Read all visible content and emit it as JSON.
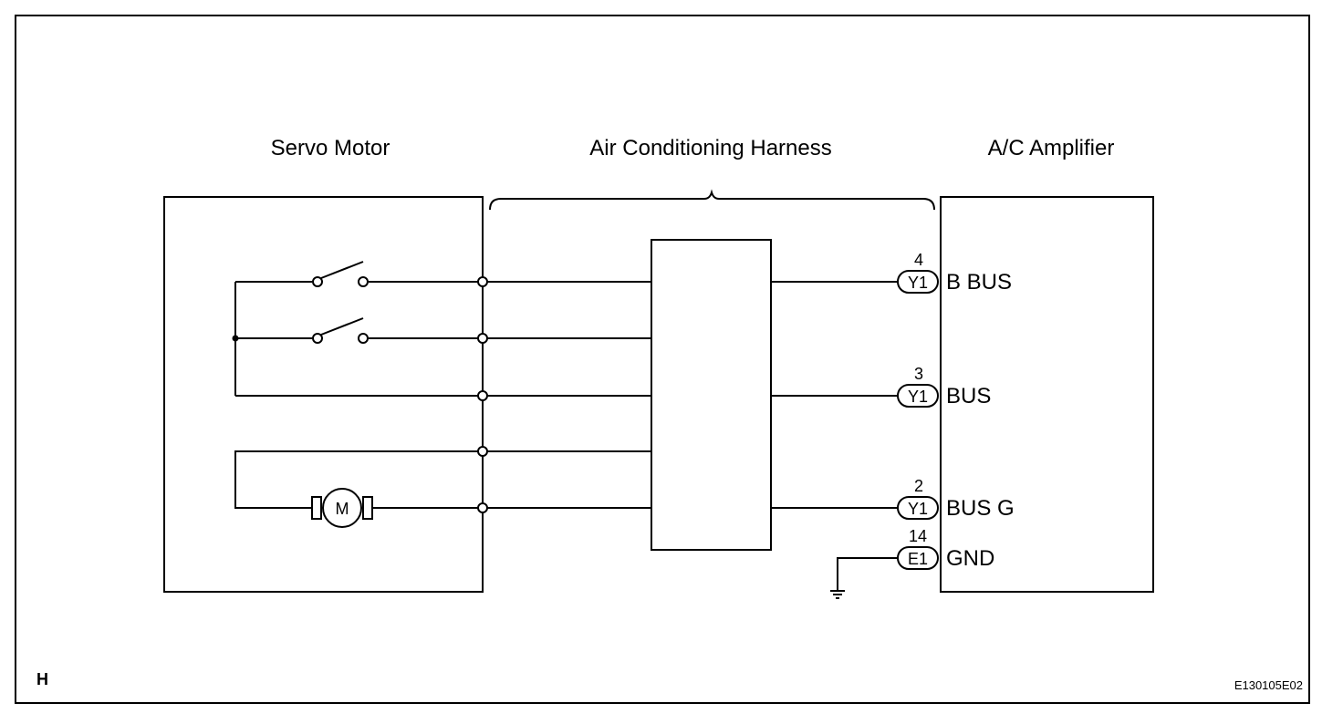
{
  "titles": {
    "servo_motor": "Servo Motor",
    "harness": "Air Conditioning Harness",
    "amplifier": "A/C Amplifier"
  },
  "motor_label": "M",
  "pins": [
    {
      "number": "4",
      "connector": "Y1",
      "signal": "B BUS"
    },
    {
      "number": "3",
      "connector": "Y1",
      "signal": "BUS"
    },
    {
      "number": "2",
      "connector": "Y1",
      "signal": "BUS G"
    },
    {
      "number": "14",
      "connector": "E1",
      "signal": "GND"
    }
  ],
  "corner_letter": "H",
  "figure_code": "E130105E02"
}
